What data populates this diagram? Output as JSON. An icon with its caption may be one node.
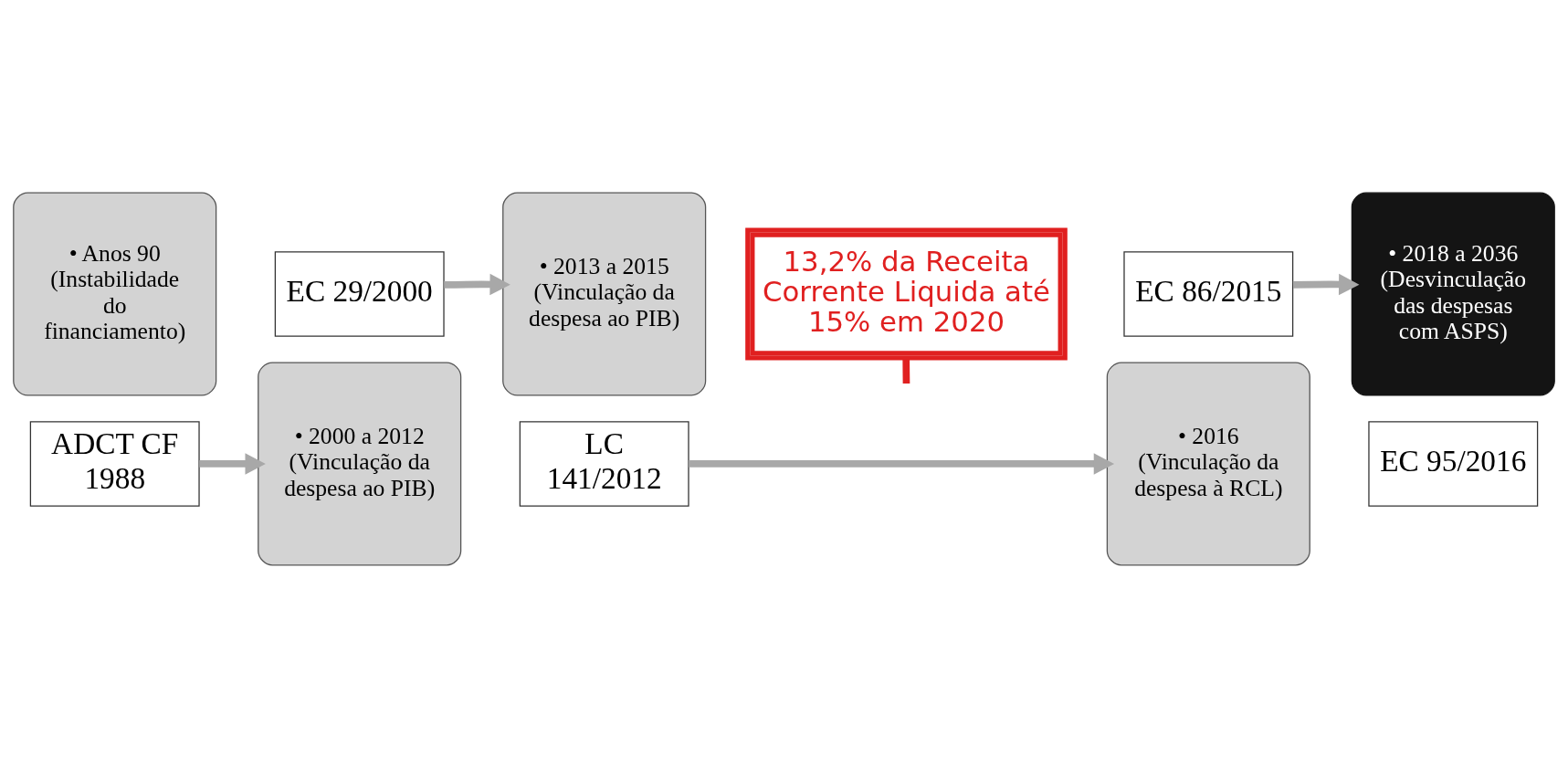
{
  "diagram": {
    "nodes": [
      {
        "text": [
          "• Anos 90 (Instabilidade do financiamento)"
        ]
      },
      {
        "text": [
          "ADCT CF 1988"
        ]
      },
      {
        "text": [
          "EC 29/2000"
        ]
      },
      {
        "text": [
          "• 2000 a 2012 (Vinculação da despesa ao PIB)"
        ]
      },
      {
        "text": [
          "• 2013 a 2015 (Vinculação da despesa ao PIB)"
        ]
      },
      {
        "text": [
          "LC 141/2012"
        ]
      },
      {
        "text": [
          "13,2% da Receita Corrente Liquida até 15% em 2020"
        ]
      },
      {
        "text": [
          "EC 86/2015"
        ]
      },
      {
        "text": [
          "• 2016 (Vinculação da despesa à RCL)"
        ]
      },
      {
        "text": [
          "• 2018 a 2036 (Desvinculação das despesas com ASPS)"
        ]
      },
      {
        "text": [
          "EC 95/2016"
        ]
      }
    ],
    "edges": [
      {
        "from": 1,
        "to": 3,
        "arrow": "to"
      },
      {
        "from": 2,
        "to": 4,
        "arrow": "to"
      },
      {
        "from": 5,
        "to": 8,
        "arrow": "to"
      },
      {
        "from": 7,
        "to": 9,
        "arrow": "to"
      },
      {
        "from": 6,
        "to": null,
        "arrow": "none",
        "color": "#e02020"
      }
    ]
  }
}
